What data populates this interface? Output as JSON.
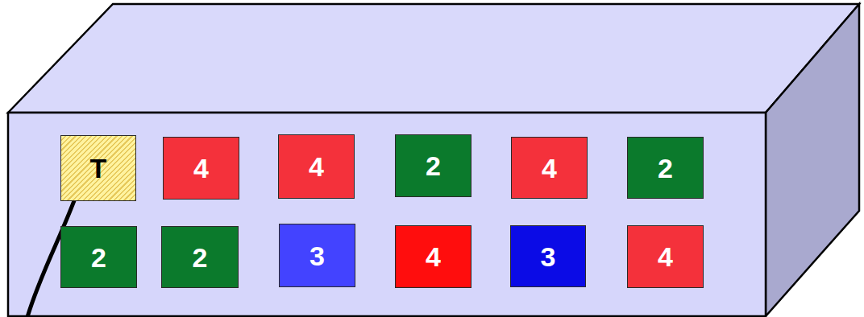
{
  "diagram": {
    "nodes": [
      {
        "text": [
          "T"
        ]
      },
      {
        "text": [
          "4"
        ]
      },
      {
        "text": [
          "4"
        ]
      },
      {
        "text": [
          "2"
        ]
      },
      {
        "text": [
          "4"
        ]
      },
      {
        "text": [
          "2"
        ]
      },
      {
        "text": [
          "2"
        ]
      },
      {
        "text": [
          "2"
        ]
      },
      {
        "text": [
          "3"
        ]
      },
      {
        "text": [
          "4"
        ]
      },
      {
        "text": [
          "3"
        ]
      },
      {
        "text": [
          "4"
        ]
      }
    ]
  }
}
